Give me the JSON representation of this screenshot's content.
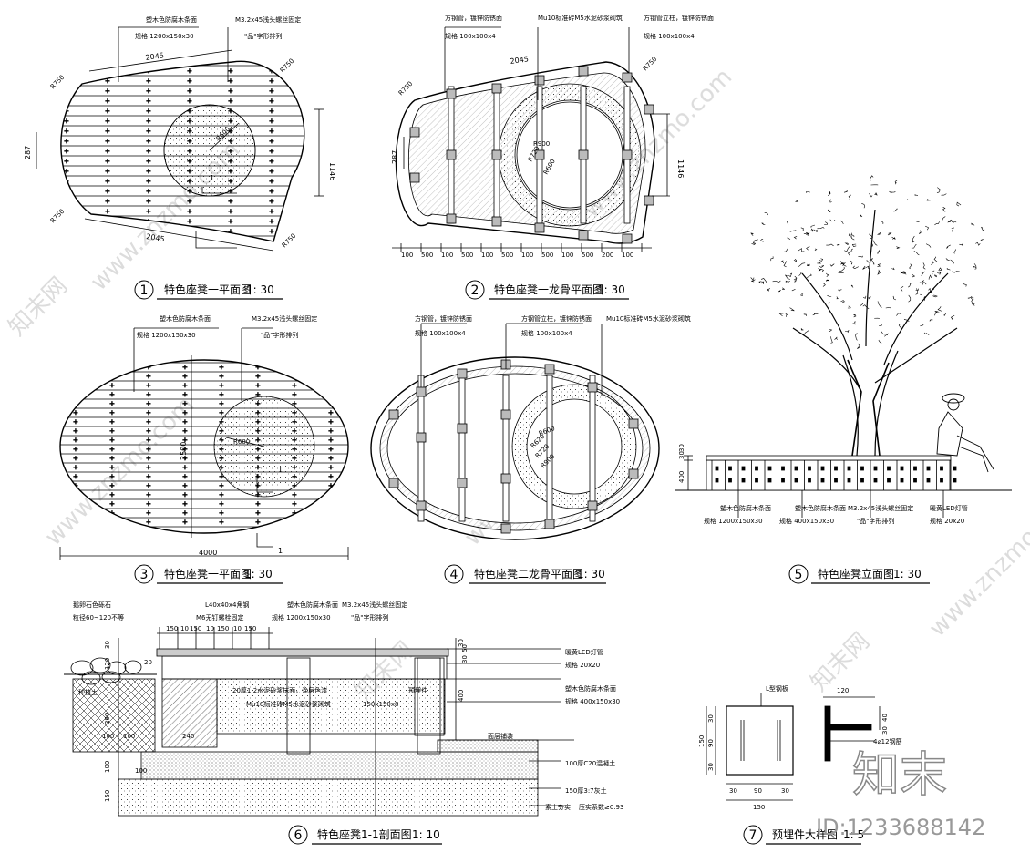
{
  "drawings": {
    "d1": {
      "num": "1",
      "title": "特色座凳一平面图",
      "scale": "1: 30",
      "labels": [
        "塑木色防腐木条面",
        "规格 1200x150x30",
        "M3.2x45浅头螺丝固定",
        "\"品\"字形排列"
      ],
      "dims": {
        "top": "2045",
        "bottom": "2045",
        "height": "1146",
        "side": "287",
        "r750a": "R750",
        "r750b": "R750",
        "r750c": "R750",
        "r750d": "R750",
        "r600": "R600",
        "sec": "1"
      }
    },
    "d2": {
      "num": "2",
      "title": "特色座凳一龙骨平面图",
      "scale": "1: 30",
      "labels": [
        "方钢管，镀锌防锈面",
        "规格 100x100x4",
        "Mu10标准砖M5水泥砂浆砌筑",
        "方钢管立柱，镀锌防锈面",
        "规格 100x100x4"
      ],
      "dims": {
        "top": "2045",
        "height": "1146",
        "side": "287",
        "r900": "R900",
        "r720": "R720",
        "r600": "R600",
        "r750a": "R750",
        "r750b": "R750"
      },
      "bottom_dims": [
        "100",
        "500",
        "100",
        "500",
        "100",
        "500",
        "100",
        "500",
        "100",
        "500",
        "200",
        "100"
      ]
    },
    "d3": {
      "num": "3",
      "title": "特色座凳一平面图",
      "scale": "1: 30",
      "labels": [
        "塑木色防腐木条面",
        "规格 1200x150x30",
        "M3.2x45浅头螺丝固定",
        "\"品\"字形排列"
      ],
      "dims": {
        "width": "4000",
        "height": "2500",
        "r600": "R600",
        "sec_a": "1",
        "sec_b": "1"
      }
    },
    "d4": {
      "num": "4",
      "title": "特色座凳二龙骨平面图",
      "scale": "1: 30",
      "labels": [
        "方钢管，镀锌防锈面",
        "规格 100x100x4",
        "方钢管立柱，镀锌防锈面",
        "规格 100x100x4",
        "Mu10标准砖M5水泥砂浆砌筑"
      ],
      "dims": {
        "r600": "R600",
        "r620": "R620",
        "r720": "R720",
        "r900": "R900"
      }
    },
    "d5": {
      "num": "5",
      "title": "特色座凳立面图",
      "scale": "1: 30",
      "labels": [
        "塑木色防腐木条面",
        "规格 1200x150x30",
        "塑木色防腐木条面",
        "规格 400x150x30",
        "M3.2x45浅头螺丝固定",
        "\"品\"字形排列",
        "暖黄LED灯管",
        "规格 20x20"
      ],
      "dims": {
        "h1": "400",
        "h2": "30",
        "h3": "30"
      }
    },
    "d6": {
      "num": "6",
      "title": "特色座凳1-1剖面图",
      "scale": "1: 10",
      "labels": {
        "stone1": "鹅卵石色砾石",
        "stone2": "粒径60~120不等",
        "angle": "L40x40x4角钢",
        "bolt": "M6无钉螺栓固定",
        "wood1": "塑木色防腐木条面",
        "wood2": "规格 1200x150x30",
        "screw1": "M3.2x45浅头螺丝固定",
        "screw2": "\"品\"字形排列",
        "mortar": "20厚1:2水泥砂浆抹面，涂层色漆",
        "brick": "Mu10标准砖M5水泥砂浆砌筑",
        "tube": "150x150x8",
        "embed": "预埋件",
        "led1": "暖黄LED灯管",
        "led2": "规格 20x20",
        "side1": "塑木色防腐木条面",
        "side2": "规格 400x150x30",
        "paving": "面层铺装",
        "conc": "100厚C20混凝土",
        "stone": "150厚3:7灰土",
        "soil1": "素土夯实",
        "soil2": "压实系数≥0.93",
        "grass": "种植土"
      },
      "dims": [
        "150",
        "10",
        "150",
        "10",
        "150",
        "10",
        "150",
        "20",
        "30",
        "120",
        "400",
        "30",
        "390",
        "100",
        "100",
        "240",
        "100",
        "150",
        "100",
        "30",
        "50"
      ]
    },
    "d7": {
      "num": "7",
      "title": "预埋件大样图",
      "scale": "1: 5",
      "labels": [
        "L型钢板",
        "4⌀12钢筋"
      ],
      "dims": {
        "top": "120",
        "right1": "40",
        "right2": "30",
        "left1": "30",
        "left2": "90",
        "left3": "30",
        "leftall": "150",
        "bot1": "30",
        "bot2": "90",
        "bot3": "30",
        "botall": "150"
      }
    }
  },
  "watermarks": {
    "id": "ID:1233688142",
    "brand_cn": "知末",
    "brand_site": "www.znzmo.com",
    "brand_short": "知末网"
  }
}
